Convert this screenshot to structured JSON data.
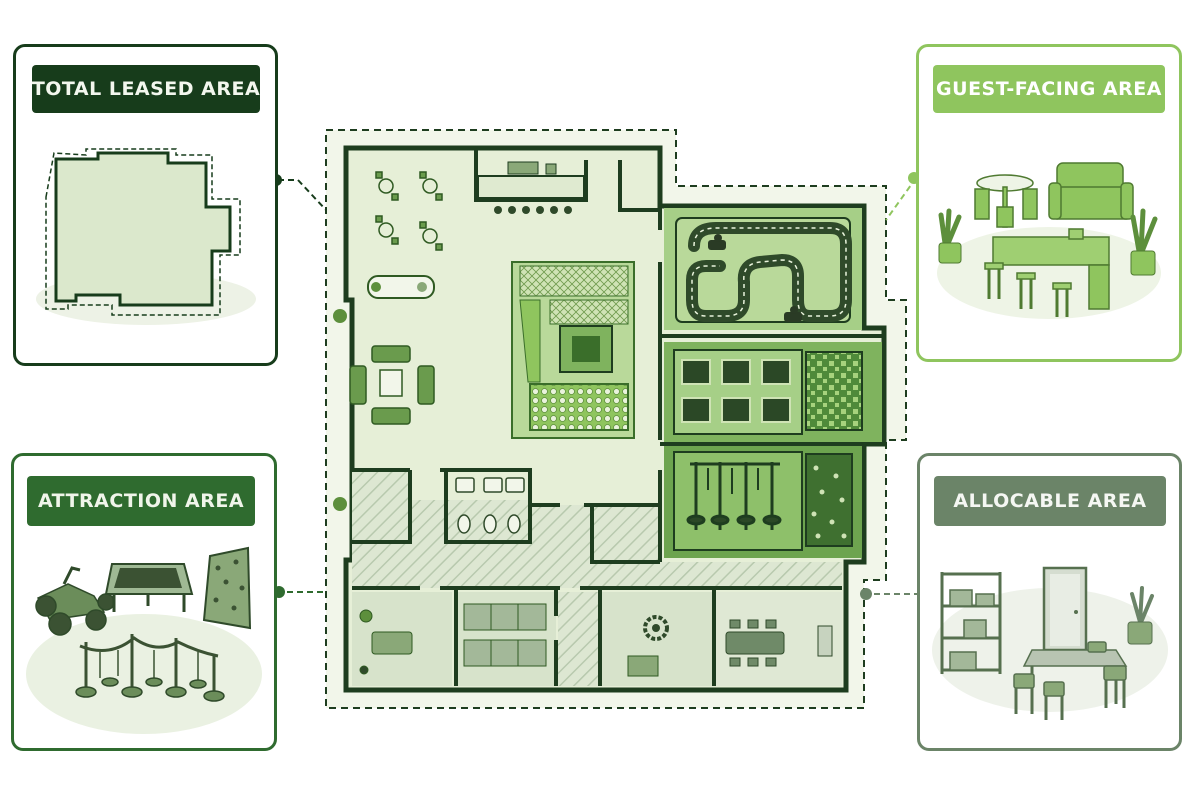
{
  "cards": {
    "total_leased": {
      "label": "TOTAL LEASED AREA"
    },
    "guest_facing": {
      "label": "GUEST-FACING AREA"
    },
    "attraction": {
      "label": "ATTRACTION AREA"
    },
    "allocable": {
      "label": "ALLOCABLE AREA"
    }
  },
  "colors": {
    "total_leased": "#173c1b",
    "guest_facing": "#8fc55e",
    "attraction": "#2f6b2f",
    "allocable": "#6b8468",
    "plan_fill": "#e6efd7",
    "wall": "#1e3d1f"
  },
  "icons": [
    "kart-icon",
    "trampoline-icon",
    "climbing-wall-icon",
    "ninja-course-icon",
    "table-chairs-icon",
    "sofa-icon",
    "bar-counter-icon",
    "plant-icon",
    "shelf-icon",
    "door-icon",
    "gear-icon",
    "soft-play-icon",
    "go-kart-track-icon",
    "ball-pit-icon",
    "restroom-icon"
  ]
}
